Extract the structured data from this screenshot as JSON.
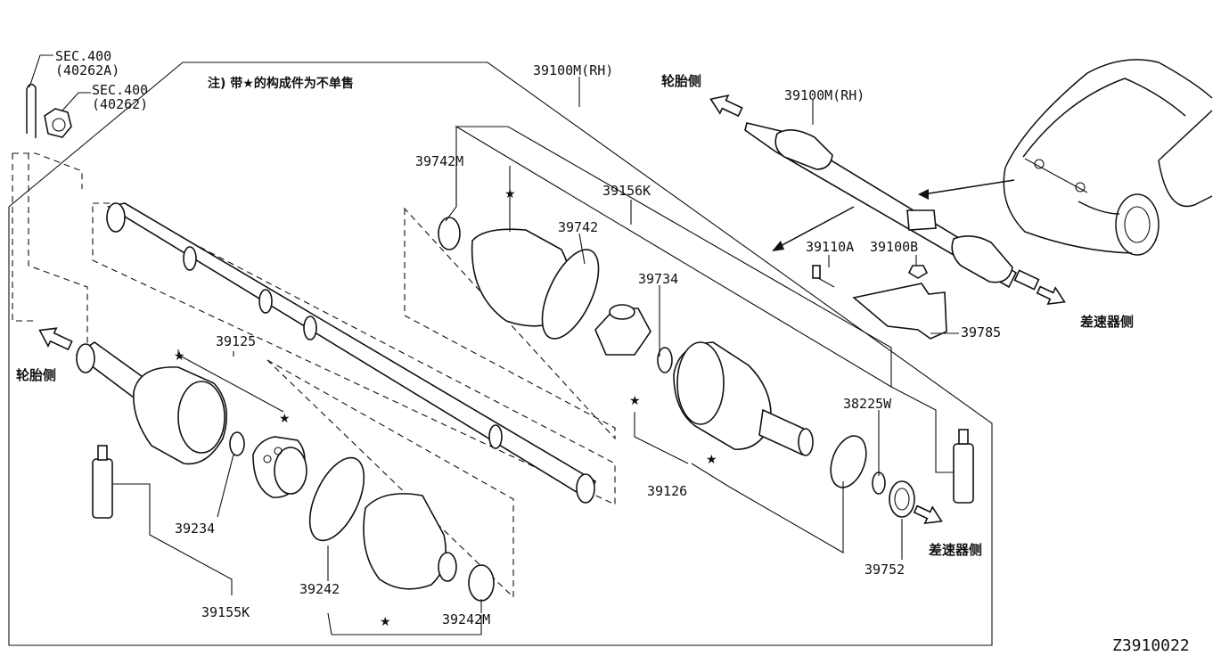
{
  "note": "注) 带★的构成件为不单售",
  "diagram_id": "Z3910022",
  "star_symbol": "★",
  "labels": {
    "sec400_a_line1": "SEC.400",
    "sec400_a_line2": "(40262A)",
    "sec400_b_line1": "SEC.400",
    "sec400_b_line2": "(40262)",
    "tire_side_left": "轮胎侧",
    "tire_side_top": "轮胎侧",
    "diff_side_right": "差速器侧",
    "diff_side_bottom": "差速器侧",
    "p39100M_top": "39100M(RH)",
    "p39100M_vehicle": "39100M(RH)",
    "p39742M": "39742M",
    "p39742": "39742",
    "p39156K": "39156K",
    "p39734": "39734",
    "p39110A": "39110A",
    "p39100B": "39100B",
    "p39785": "39785",
    "p38225W": "38225W",
    "p39125": "39125",
    "p39126": "39126",
    "p39234": "39234",
    "p39242": "39242",
    "p39155K": "39155K",
    "p39242M": "39242M",
    "p39752": "39752"
  },
  "colors": {
    "line": "#111111",
    "background": "#ffffff"
  }
}
